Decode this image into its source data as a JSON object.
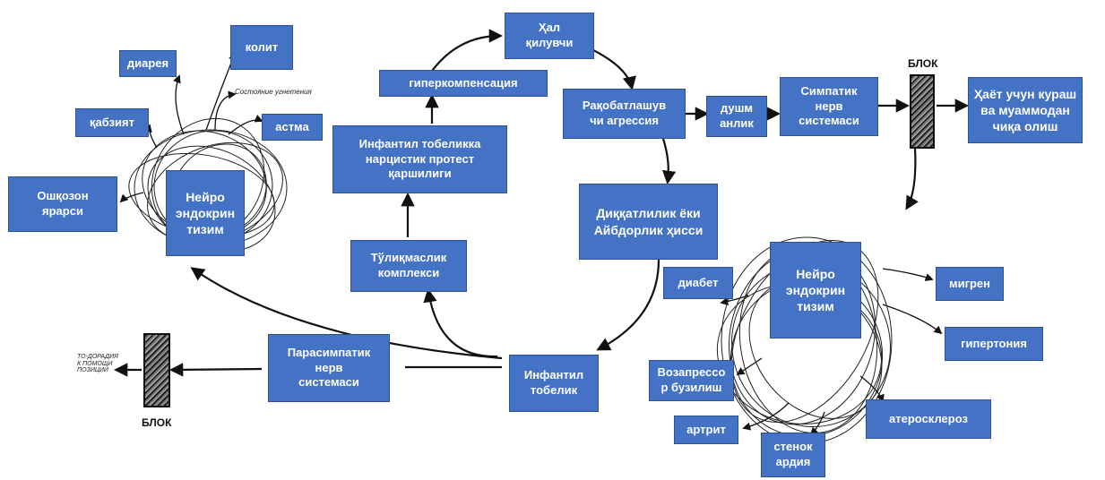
{
  "nodes": {
    "hal_qiluvchi": "Ҳал\nқилувчи",
    "giperkompensatsiya": "гиперкомпенсация",
    "raqobatlashuv": "Рақобатлашув\nчи агрессия",
    "dushmanlik": "душм\nанлик",
    "simpatik": "Симпатик\nнерв\nсистемаси",
    "hayot": "Ҳаёт учун кураш\nва муаммодан\nчиқа олиш",
    "infantil_narcis": "Инфантил тобеликка\nнарцистик протест\nқаршилиги",
    "diqqatlilik": "Диққатлилик ёки\nАйбдорлик ҳисси",
    "tuliqmaslik": "Тўлиқмаслик\nкомплекси",
    "infantil_tobelik": "Инфантил\nтобелик",
    "parasimpatik": "Парасимпатик\nнерв\nсистемаси",
    "neyro_left": "Нейро\nэндокрин\nтизим",
    "neyro_right": "Нейро\nэндокрин\nтизим",
    "diareya": "диарея",
    "kolit": "колит",
    "qabziyat": "қабзият",
    "astma": "астма",
    "oshqozon": "Ошқозон\nярарси",
    "diabet": "диабет",
    "migren": "мигрен",
    "gipertoniya": "гипертония",
    "vozapresso": "Возапрессо\nр бузилиш",
    "artrit": "артрит",
    "ateroskleroz": "атеросклероз",
    "stenok": "стенок\nардия"
  },
  "blocks": {
    "top_label": "БЛОК",
    "bottom_label": "БЛОК"
  },
  "annotations": {
    "sostoyanie": "Состояние угнетения",
    "left_note": "ТО-ДОРАДИЯ\nК ПОМОЩИ\nПОЗИЦИИ"
  },
  "colors": {
    "box_fill": "#4472c4",
    "box_border": "#2f528f",
    "text": "#ffffff",
    "line": "#111111"
  }
}
